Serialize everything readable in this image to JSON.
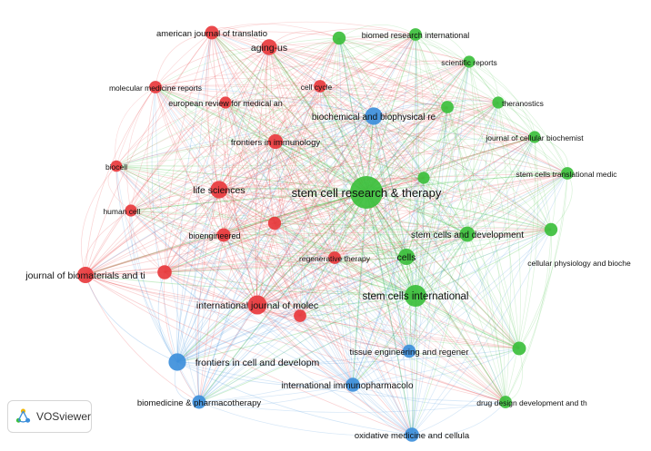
{
  "app": {
    "logo_label": "VOSviewer",
    "logo_icon": "vosviewer-logo-icon"
  },
  "colors": {
    "cluster1": "#e8393d",
    "cluster2": "#3cbf3c",
    "cluster3": "#3d8fdb",
    "background": "#ffffff"
  },
  "network": {
    "nodes": [
      {
        "id": "stem-cell-research",
        "label": "stem cell research & therapy",
        "cluster": 2,
        "weight": 5
      },
      {
        "id": "stem-cells-international",
        "label": "stem cells international",
        "cluster": 2,
        "weight": 3
      },
      {
        "id": "biochemical-biophysical",
        "label": "biochemical and biophysical re",
        "cluster": 3,
        "weight": 2.2
      },
      {
        "id": "frontiers-cell-dev",
        "label": "frontiers in cell and developm",
        "cluster": 3,
        "weight": 2.2
      },
      {
        "id": "international-immunopharm",
        "label": "international immunopharmacolo",
        "cluster": 3,
        "weight": 1.6
      },
      {
        "id": "biomedicine-pharmacotherapy",
        "label": "biomedicine & pharmacotherapy",
        "cluster": 3,
        "weight": 1.5
      },
      {
        "id": "oxidative-medicine",
        "label": "oxidative medicine and cellula",
        "cluster": 3,
        "weight": 1.6
      },
      {
        "id": "tissue-engineering",
        "label": "tissue engineering and regener",
        "cluster": 3,
        "weight": 1.4
      },
      {
        "id": "life-sciences",
        "label": "life sciences",
        "cluster": 1,
        "weight": 2.2
      },
      {
        "id": "aging-us",
        "label": "aging-us",
        "cluster": 1,
        "weight": 1.9
      },
      {
        "id": "american-journal",
        "label": "american journal of translatio",
        "cluster": 1,
        "weight": 1.5
      },
      {
        "id": "molecular-medicine-reports",
        "label": "molecular medicine reports",
        "cluster": 1,
        "weight": 1.3
      },
      {
        "id": "european-review",
        "label": "european review for medical an",
        "cluster": 1,
        "weight": 1.2
      },
      {
        "id": "cell-cycle",
        "label": "cell cycle",
        "cluster": 1,
        "weight": 1.3
      },
      {
        "id": "frontiers-immunology",
        "label": "frontiers in immunology",
        "cluster": 1,
        "weight": 1.7
      },
      {
        "id": "biocell",
        "label": "biocell",
        "cluster": 1,
        "weight": 1.1
      },
      {
        "id": "human-cell",
        "label": "human cell",
        "cluster": 1,
        "weight": 1.2
      },
      {
        "id": "bioengineered",
        "label": "bioengineered",
        "cluster": 1,
        "weight": 1.5
      },
      {
        "id": "journal-biomaterials",
        "label": "journal of biomaterials and ti",
        "cluster": 1,
        "weight": 2.0
      },
      {
        "id": "regenerative-therapy",
        "label": "regenerative therapy",
        "cluster": 1,
        "weight": 1.3
      },
      {
        "id": "international-journal-molec",
        "label": "international journal of molec",
        "cluster": 1,
        "weight": 2.5
      },
      {
        "id": "red-unlabeled-a",
        "label": "",
        "cluster": 1,
        "weight": 1.6
      },
      {
        "id": "red-unlabeled-b",
        "label": "",
        "cluster": 1,
        "weight": 1.4
      },
      {
        "id": "red-unlabeled-c",
        "label": "",
        "cluster": 1,
        "weight": 1.3
      },
      {
        "id": "biomed-research-international",
        "label": "biomed research international",
        "cluster": 2,
        "weight": 1.3
      },
      {
        "id": "scientific-reports",
        "label": "scientific reports",
        "cluster": 2,
        "weight": 1.2
      },
      {
        "id": "theranostics",
        "label": "theranostics",
        "cluster": 2,
        "weight": 1.2
      },
      {
        "id": "journal-cellular-biochem",
        "label": "journal of cellular biochemist",
        "cluster": 2,
        "weight": 1.2
      },
      {
        "id": "stem-cells-translational",
        "label": "stem cells translational medic",
        "cluster": 2,
        "weight": 1.3
      },
      {
        "id": "stem-cells-development",
        "label": "stem cells and development",
        "cluster": 2,
        "weight": 1.8
      },
      {
        "id": "cellular-physiology",
        "label": "cellular physiology and bioche",
        "cluster": 2,
        "weight": 1.4
      },
      {
        "id": "cells",
        "label": "cells",
        "cluster": 2,
        "weight": 2.0
      },
      {
        "id": "drug-design",
        "label": "drug design development and th",
        "cluster": 2,
        "weight": 1.3
      },
      {
        "id": "green-unlabeled-a",
        "label": "",
        "cluster": 2,
        "weight": 1.4
      },
      {
        "id": "green-unlabeled-b",
        "label": "",
        "cluster": 2,
        "weight": 1.3
      },
      {
        "id": "green-unlabeled-c",
        "label": "",
        "cluster": 2,
        "weight": 1.2
      },
      {
        "id": "green-unlabeled-d",
        "label": "",
        "cluster": 2,
        "weight": 1.5
      }
    ]
  }
}
